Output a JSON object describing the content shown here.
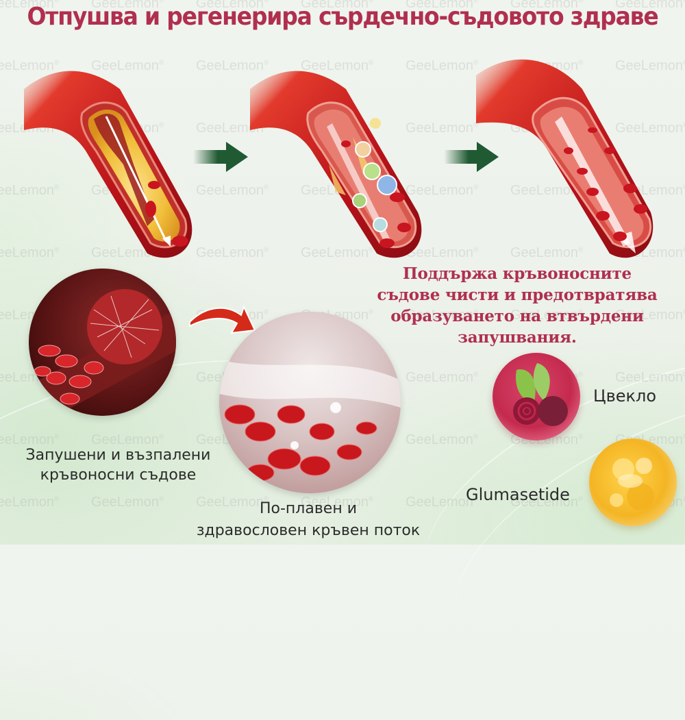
{
  "header": {
    "title": "Отпушва и регенерира сърдечно-съдовото здраве"
  },
  "watermark": {
    "text": "GeeLemon",
    "mark": "®"
  },
  "stages": [
    {
      "name": "clogged-artery",
      "description": "Artery with yellow plaque buildup"
    },
    {
      "name": "cleansing-artery",
      "description": "Artery being cleansed by nutrient particles"
    },
    {
      "name": "clean-artery",
      "description": "Clean artery with free blood flow"
    }
  ],
  "claim": {
    "lines": [
      "Поддържа кръвоносните",
      "съдове чисти и предотвратява",
      "образуването на втвърдени",
      "запушвания."
    ]
  },
  "before_after": {
    "before": {
      "lines": [
        "Запушени и възпалени",
        "кръвоносни съдове"
      ]
    },
    "after": {
      "lines": [
        "По-плавен и",
        "здравословен кръвен поток"
      ]
    }
  },
  "ingredients": [
    {
      "label": "Цвекло",
      "icon": "beetroot-icon"
    },
    {
      "label": "Glumasetide",
      "icon": "oil-droplet-icon"
    }
  ],
  "colors": {
    "title": "#b02f4f",
    "claim": "#b02f4f",
    "label": "#2b2b2b",
    "arrow_green": "#1f5a33",
    "arrow_red": "#d42a1a",
    "vessel_red": "#c8151b",
    "plaque_yellow": "#f2c23c"
  }
}
